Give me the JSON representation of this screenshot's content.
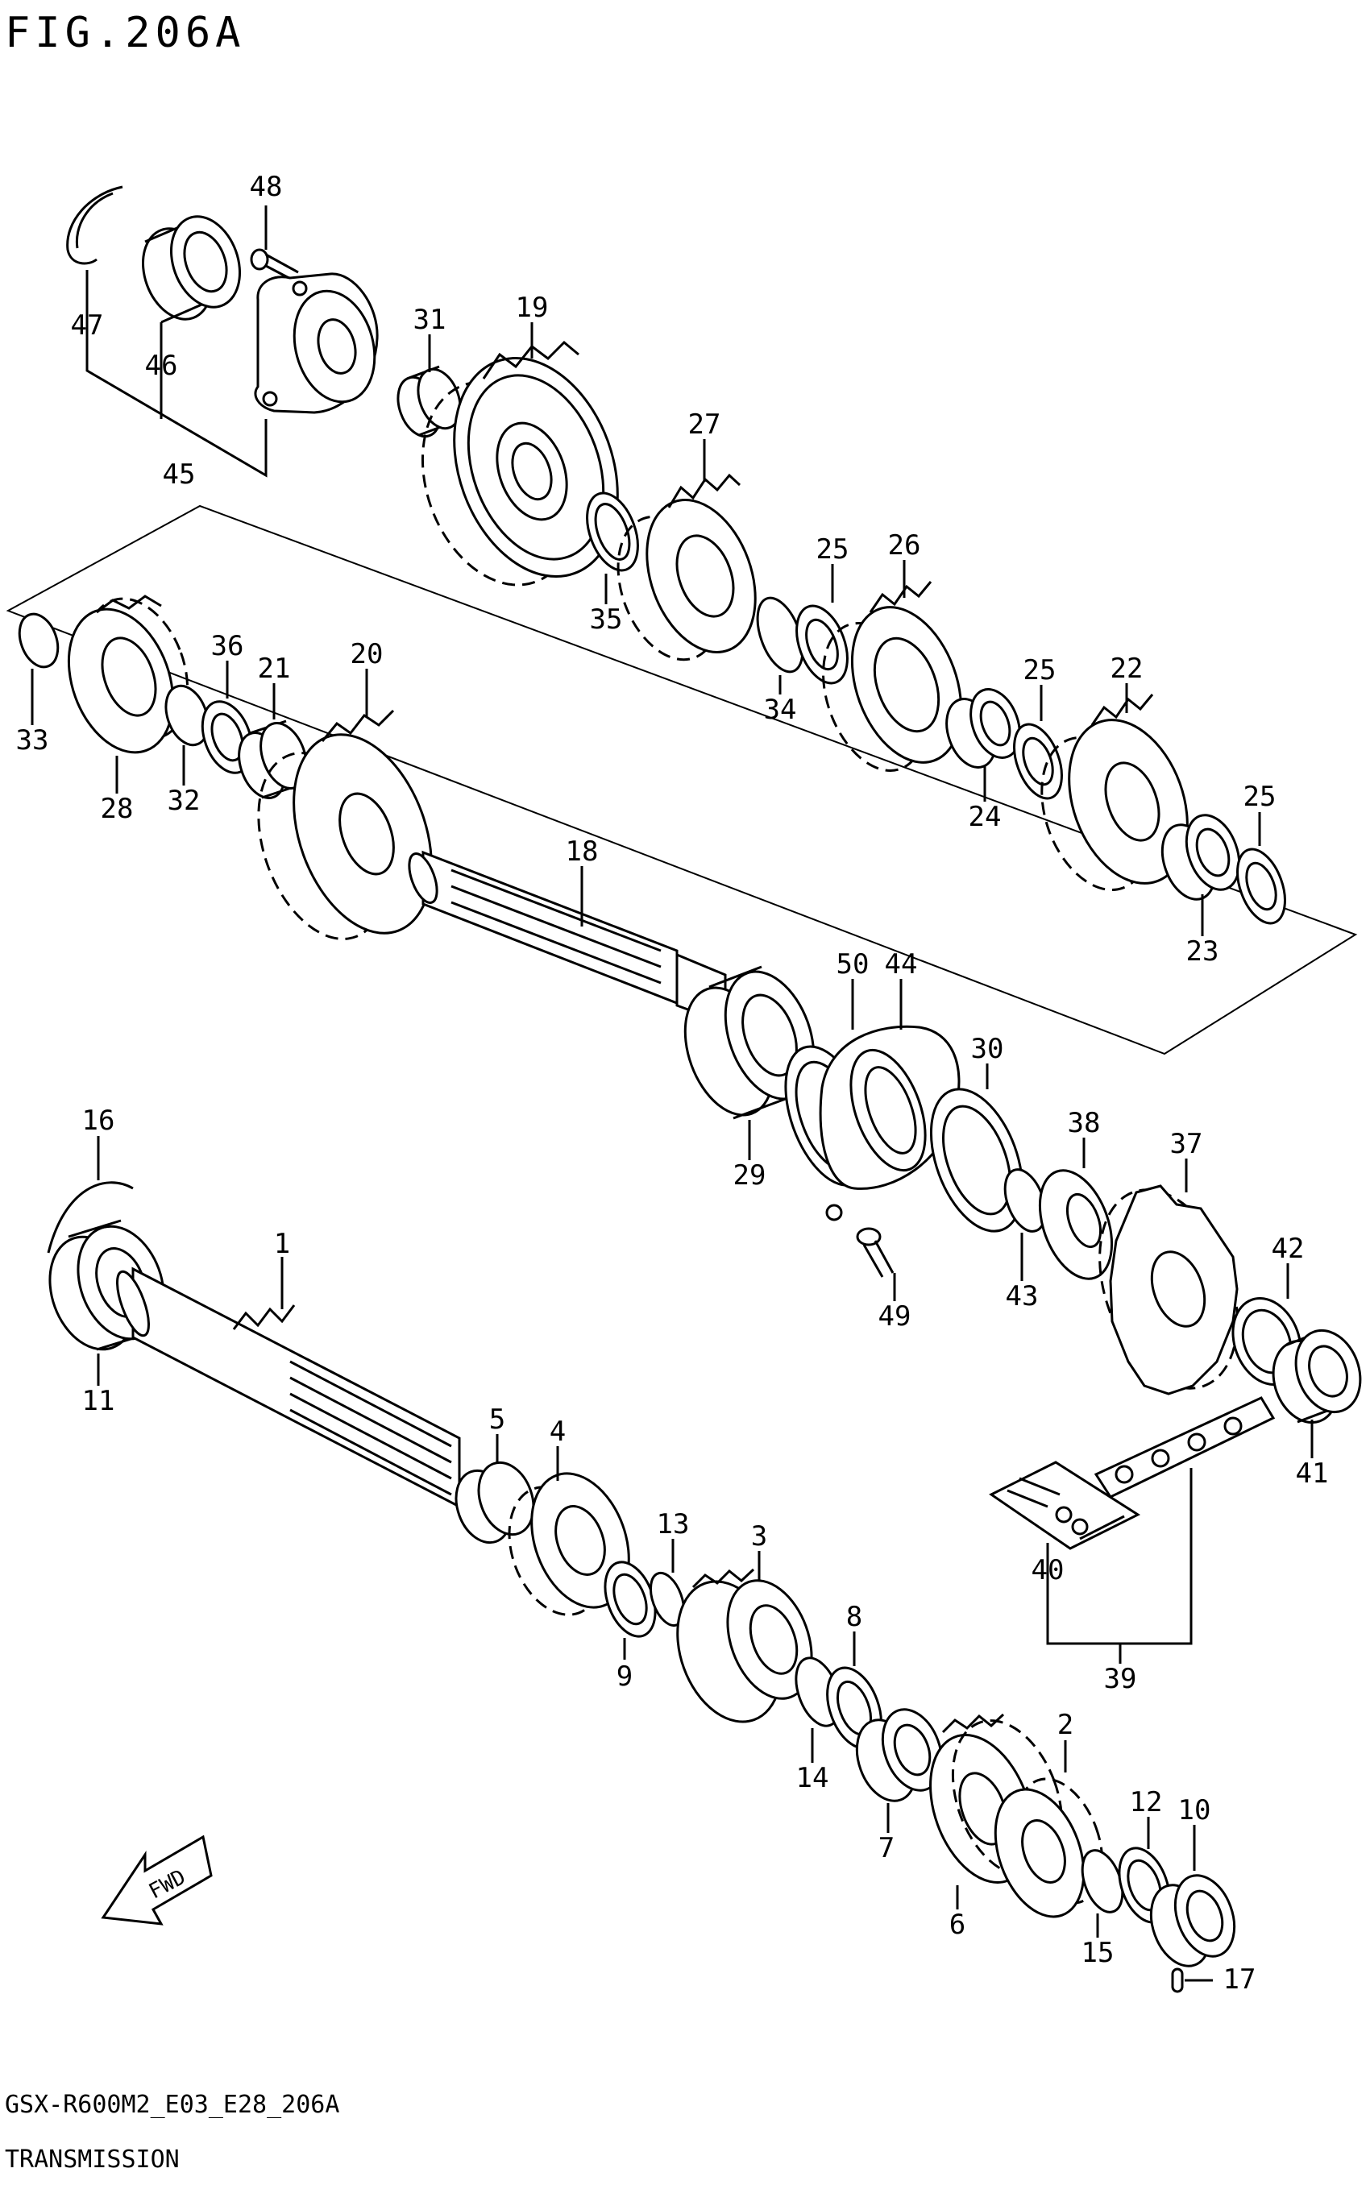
{
  "header": {
    "title": "FIG.206A"
  },
  "footer": {
    "code": "GSX-R600M2_E03_E28_206A",
    "name": "TRANSMISSION"
  },
  "fwd_label": "FWD",
  "parts": [
    {
      "id": "p1",
      "label": "1"
    },
    {
      "id": "p2",
      "label": "2"
    },
    {
      "id": "p3",
      "label": "3"
    },
    {
      "id": "p4",
      "label": "4"
    },
    {
      "id": "p5",
      "label": "5"
    },
    {
      "id": "p6",
      "label": "6"
    },
    {
      "id": "p7",
      "label": "7"
    },
    {
      "id": "p8",
      "label": "8"
    },
    {
      "id": "p9",
      "label": "9"
    },
    {
      "id": "p10",
      "label": "10"
    },
    {
      "id": "p11",
      "label": "11"
    },
    {
      "id": "p12",
      "label": "12"
    },
    {
      "id": "p13",
      "label": "13"
    },
    {
      "id": "p14",
      "label": "14"
    },
    {
      "id": "p15",
      "label": "15"
    },
    {
      "id": "p16",
      "label": "16"
    },
    {
      "id": "p17",
      "label": "17"
    },
    {
      "id": "p18",
      "label": "18"
    },
    {
      "id": "p19",
      "label": "19"
    },
    {
      "id": "p20",
      "label": "20"
    },
    {
      "id": "p21",
      "label": "21"
    },
    {
      "id": "p22",
      "label": "22"
    },
    {
      "id": "p23",
      "label": "23"
    },
    {
      "id": "p24",
      "label": "24"
    },
    {
      "id": "p25a",
      "label": "25"
    },
    {
      "id": "p25b",
      "label": "25"
    },
    {
      "id": "p25c",
      "label": "25"
    },
    {
      "id": "p26",
      "label": "26"
    },
    {
      "id": "p27",
      "label": "27"
    },
    {
      "id": "p28",
      "label": "28"
    },
    {
      "id": "p29",
      "label": "29"
    },
    {
      "id": "p30",
      "label": "30"
    },
    {
      "id": "p31",
      "label": "31"
    },
    {
      "id": "p32",
      "label": "32"
    },
    {
      "id": "p33",
      "label": "33"
    },
    {
      "id": "p34",
      "label": "34"
    },
    {
      "id": "p35",
      "label": "35"
    },
    {
      "id": "p36",
      "label": "36"
    },
    {
      "id": "p37",
      "label": "37"
    },
    {
      "id": "p38",
      "label": "38"
    },
    {
      "id": "p39",
      "label": "39"
    },
    {
      "id": "p40",
      "label": "40"
    },
    {
      "id": "p41",
      "label": "41"
    },
    {
      "id": "p42",
      "label": "42"
    },
    {
      "id": "p43",
      "label": "43"
    },
    {
      "id": "p44",
      "label": "44"
    },
    {
      "id": "p45",
      "label": "45"
    },
    {
      "id": "p46",
      "label": "46"
    },
    {
      "id": "p47",
      "label": "47"
    },
    {
      "id": "p48",
      "label": "48"
    },
    {
      "id": "p49",
      "label": "49"
    },
    {
      "id": "p50",
      "label": "50"
    }
  ]
}
